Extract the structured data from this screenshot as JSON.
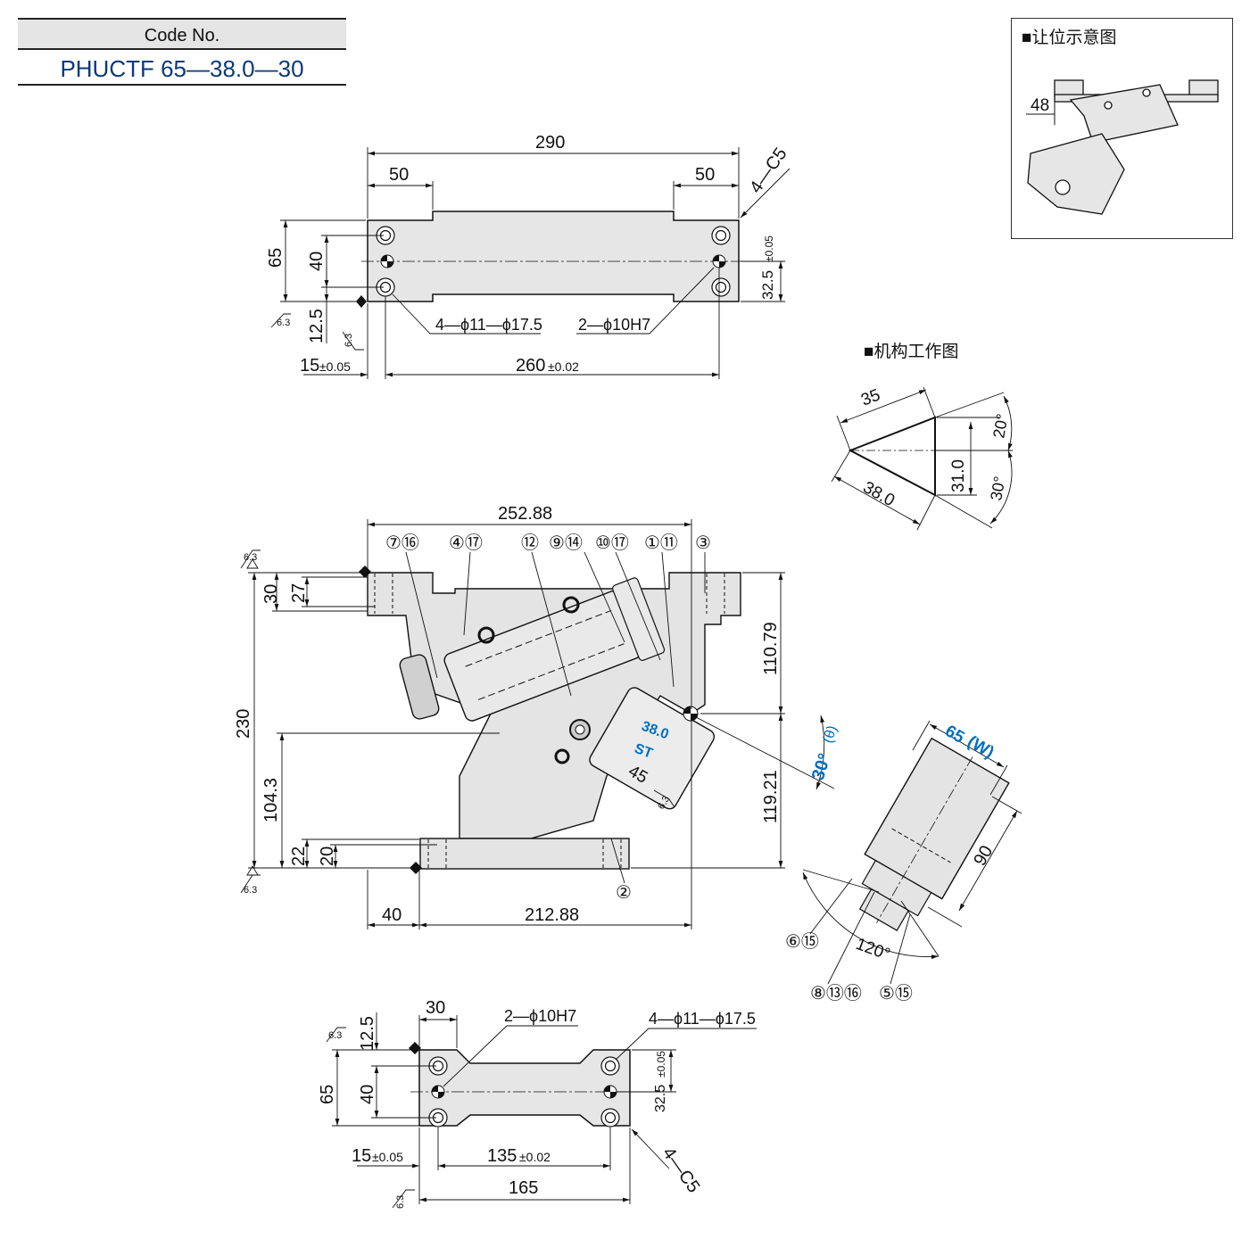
{
  "code": {
    "header": "Code No.",
    "value": "PHUCTF 65—38.0—30"
  },
  "inset": {
    "title": "■让位示意图",
    "dim": "48"
  },
  "mechanism": {
    "title": "■机构工作图",
    "d35": "35",
    "d380": "38.0",
    "d310": "31.0",
    "a20": "20°",
    "a30": "30°"
  },
  "top_view": {
    "w290": "290",
    "w50a": "50",
    "w50b": "50",
    "chamfer": "4—C5",
    "h65": "65",
    "h40": "40",
    "h125": "12.5",
    "h325": "32.5",
    "tol005": "±0.05",
    "holes": "4—ϕ11—ϕ17.5",
    "pins": "2—ϕ10H7",
    "d15": "15",
    "tol_a": "±0.05",
    "d260": "260",
    "tol_b": "±0.02",
    "rough": "6.3"
  },
  "front_view": {
    "w25288": "252.88",
    "w21288": "212.88",
    "w40": "40",
    "h230": "230",
    "h30": "30",
    "h27": "27",
    "h1043": "104.3",
    "h22": "22",
    "h20": "20",
    "h11079": "110.79",
    "h11921": "119.21",
    "st": "38.0",
    "st_label": "ST",
    "d45": "45",
    "angle": "30°",
    "angle_label": "(θ)",
    "rough": "6.3",
    "callouts": [
      "⑦⑯",
      "④⑰",
      "⑫",
      "⑨⑭",
      "⑩⑰",
      "①⑪",
      "③",
      "②"
    ]
  },
  "side_view": {
    "w65": "65",
    "w_label": "(W)",
    "h90": "90",
    "a120": "120°",
    "callouts": [
      "⑥⑮",
      "⑧⑬⑯",
      "⑤⑮"
    ]
  },
  "bottom_view": {
    "w30": "30",
    "pins": "2—ϕ10H7",
    "holes": "4—ϕ11—ϕ17.5",
    "h125": "12.5",
    "h65": "65",
    "h40": "40",
    "h325": "32.5",
    "tol005": "±0.05",
    "d15": "15",
    "tol_a": "±0.05",
    "d135": "135",
    "tol_b": "±0.02",
    "d165": "165",
    "chamfer": "4—C5",
    "rough": "6.3"
  }
}
